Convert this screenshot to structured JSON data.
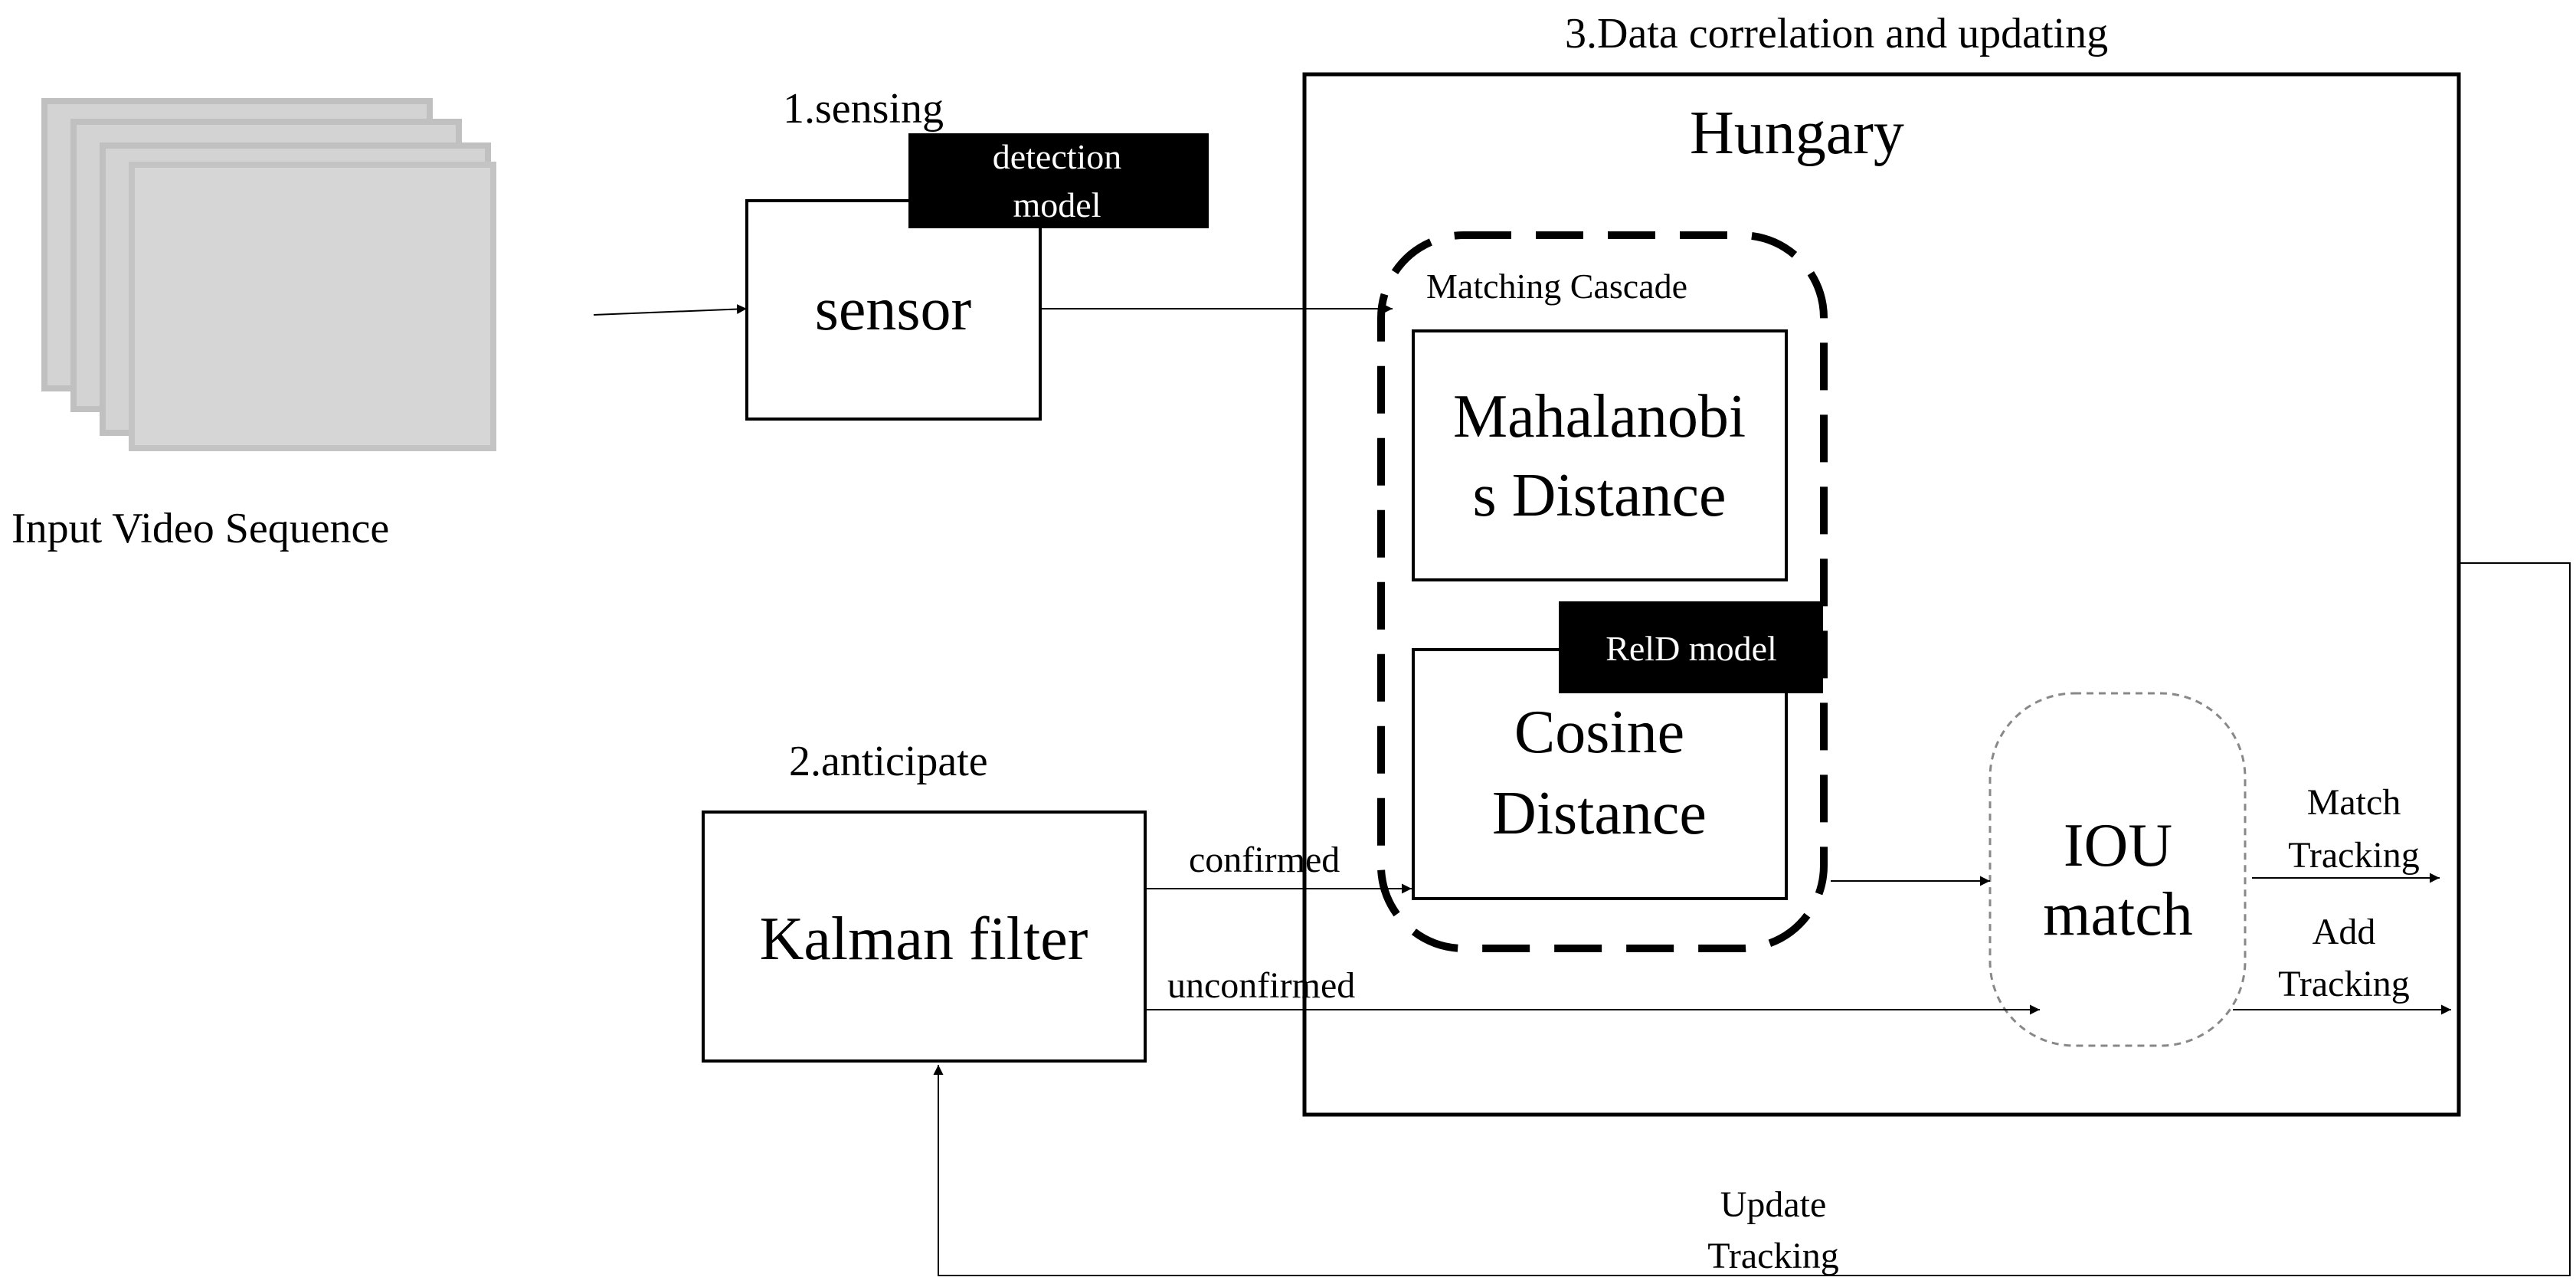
{
  "diagram": {
    "input_label": "Input Video Sequence",
    "stage1_title": "1.sensing",
    "detection_badge": [
      "detection",
      "model"
    ],
    "sensor_label": "sensor",
    "stage2_title": "2.anticipate",
    "kalman_label": "Kalman filter",
    "stage3_title": "3.Data correlation and updating",
    "hungary_label": "Hungary",
    "matching_cascade_label": "Matching Cascade",
    "mahalanobis_label": [
      "Mahalanobi",
      "s Distance"
    ],
    "reid_badge": "RelD model",
    "cosine_label": [
      "Cosine",
      "Distance"
    ],
    "iou_label": [
      "IOU",
      "match"
    ],
    "confirmed_label": "confirmed",
    "unconfirmed_label": "unconfirmed",
    "match_tracking_label": [
      "Match",
      "Tracking"
    ],
    "add_tracking_label": [
      "Add",
      "Tracking"
    ],
    "update_tracking_label": [
      "Update",
      "Tracking"
    ]
  }
}
